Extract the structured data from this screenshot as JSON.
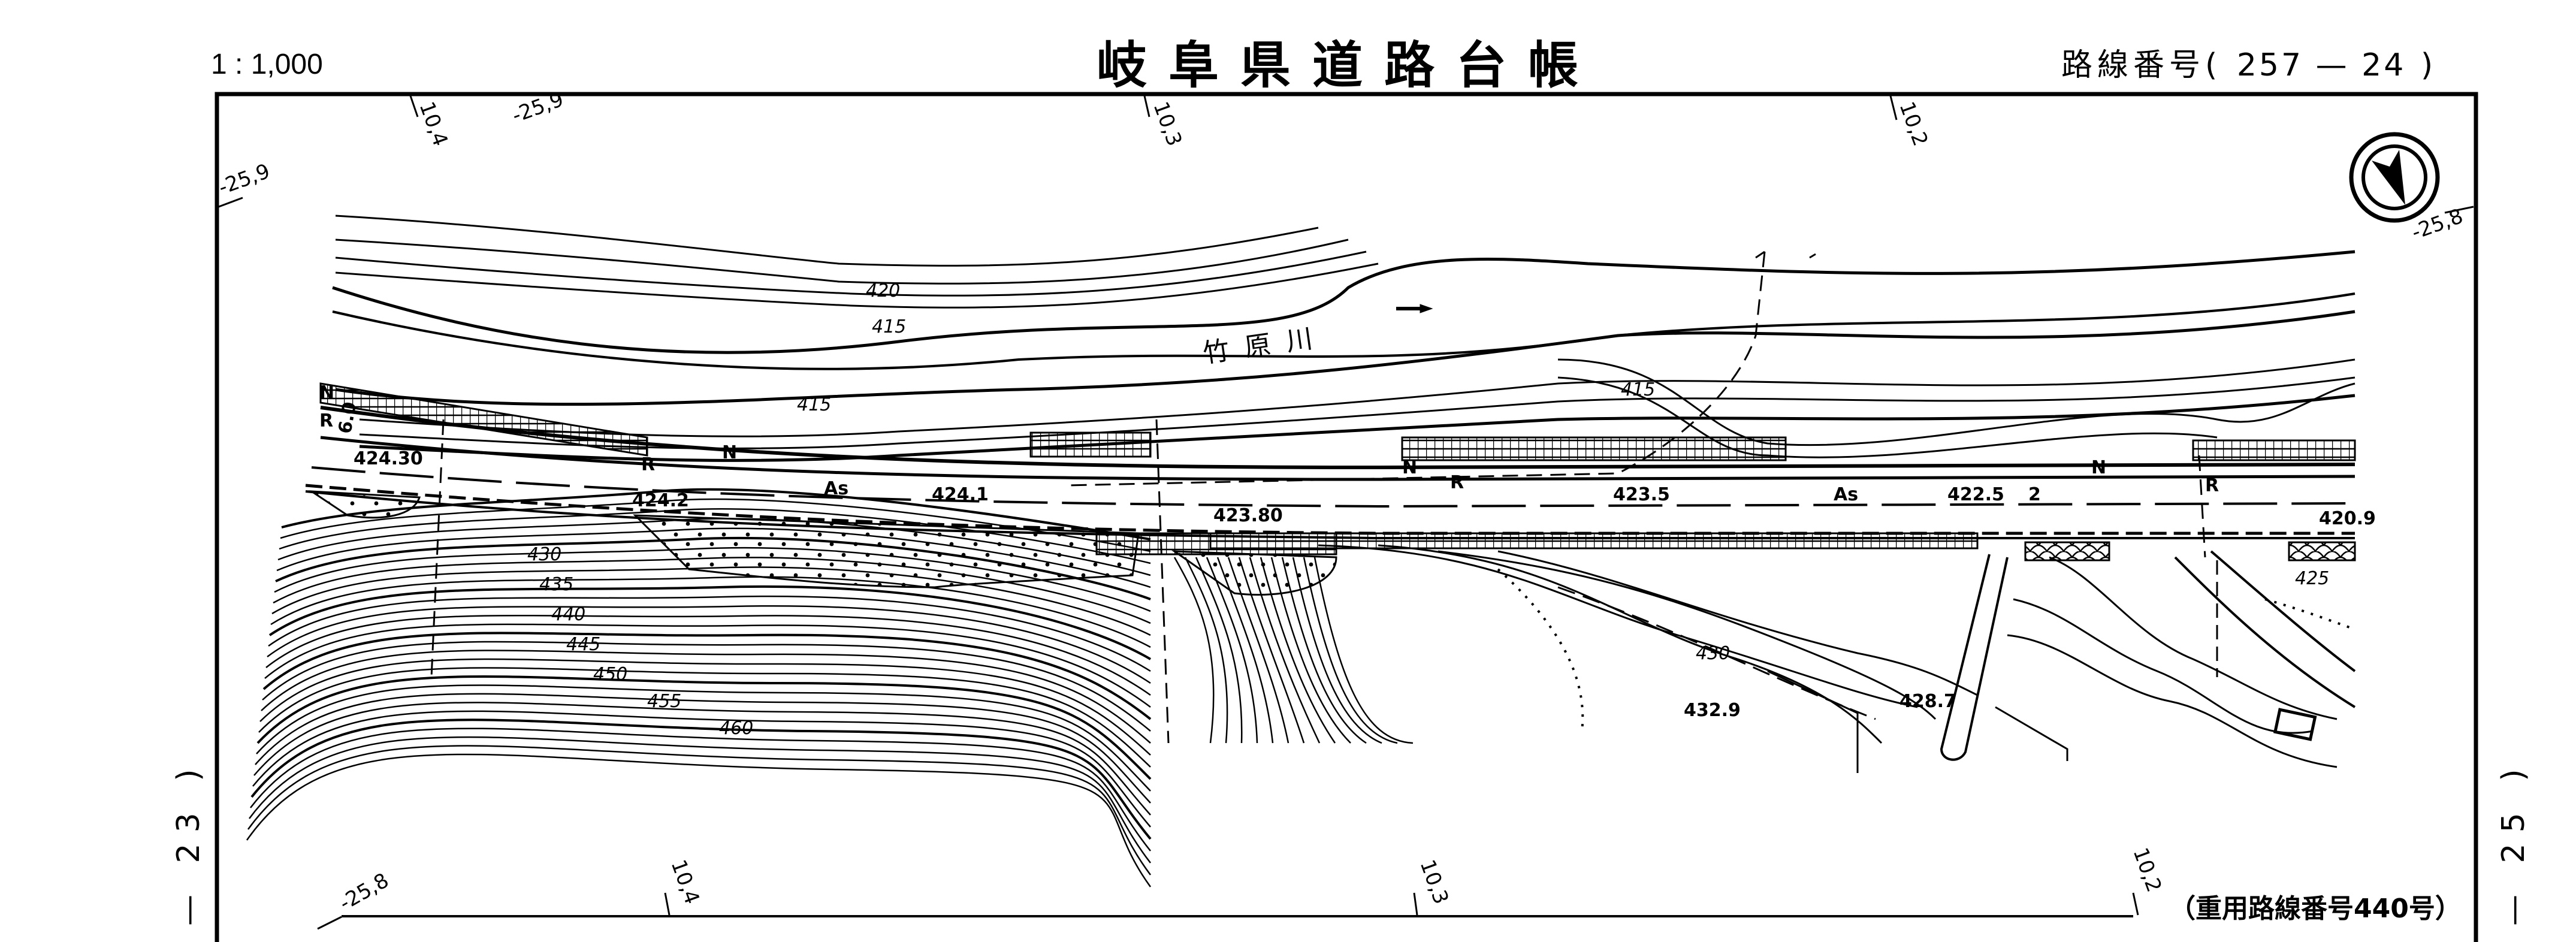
{
  "header": {
    "scale": "1 : 1,000",
    "title": "岐阜県道路台帳",
    "route_label": "路線番号(",
    "route_number": "257 — 24",
    "route_close": ")"
  },
  "margins": {
    "left_sheet": "— 23 )",
    "right_sheet": "— 25 )"
  },
  "footer": {
    "overlap_note": "（重用路線番号440号）"
  },
  "map": {
    "north_arrow": "north-arrow-icon",
    "river_name": "竹原川",
    "grid_labels_top": [
      "10,4",
      "-25,9",
      "10,3",
      "10,2"
    ],
    "grid_labels_left": [
      "-25,9"
    ],
    "grid_labels_right": [
      "-25,8"
    ],
    "grid_labels_bottom": [
      "-25,8",
      "10,4",
      "10,3",
      "10,2"
    ],
    "contour_labels": [
      "420",
      "415",
      "415",
      "415",
      "430",
      "435",
      "440",
      "445",
      "450",
      "455",
      "460",
      "430",
      "425"
    ],
    "elevations": [
      "424.30",
      "424.2",
      "424.1",
      "423.80",
      "423.5",
      "422.5",
      "420.9",
      "432.9",
      "428.7"
    ],
    "road_symbols": [
      "As",
      "As",
      "N",
      "R",
      "N",
      "R",
      "N",
      "R",
      "R",
      "N"
    ],
    "road_width": "6.0",
    "marker_2": "2"
  }
}
